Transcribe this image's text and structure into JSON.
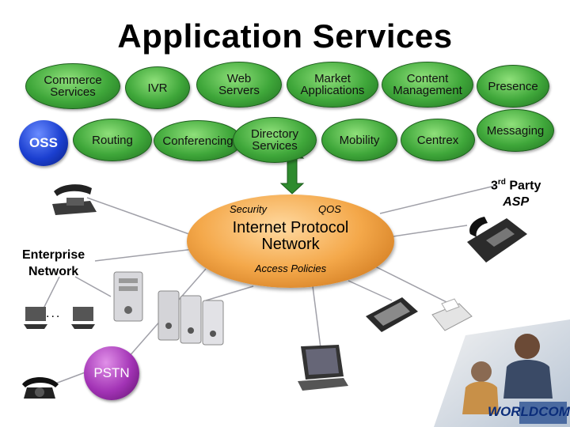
{
  "title": "Application Services",
  "services": {
    "commerce": "Commerce\nServices",
    "ivr": "IVR",
    "web_servers": "Web\nServers",
    "market_apps": "Market\nApplications",
    "content_mgmt": "Content\nManagement",
    "presence": "Presence",
    "routing": "Routing",
    "conferencing": "Conferencing",
    "directory": "Directory\nServices",
    "mobility": "Mobility",
    "centrex": "Centrex",
    "messaging": "Messaging"
  },
  "oss": "OSS",
  "network": {
    "name": "Internet Protocol\nNetwork",
    "security": "Security",
    "qos": "QOS",
    "access": "Access Policies"
  },
  "enterprise": "Enterprise\nNetwork",
  "pstn": "PSTN",
  "third_party": {
    "prefix": "3",
    "sup": "rd",
    "party": " Party",
    "asp": "ASP"
  },
  "ellipsis": "...",
  "logo": "WORLDCOM",
  "colors": {
    "service_green": "#3fa73a",
    "network_orange": "#f4a84a",
    "oss_blue": "#1b3fd0",
    "pstn_purple": "#a233b5",
    "arrow_green": "#2e8b2e"
  }
}
